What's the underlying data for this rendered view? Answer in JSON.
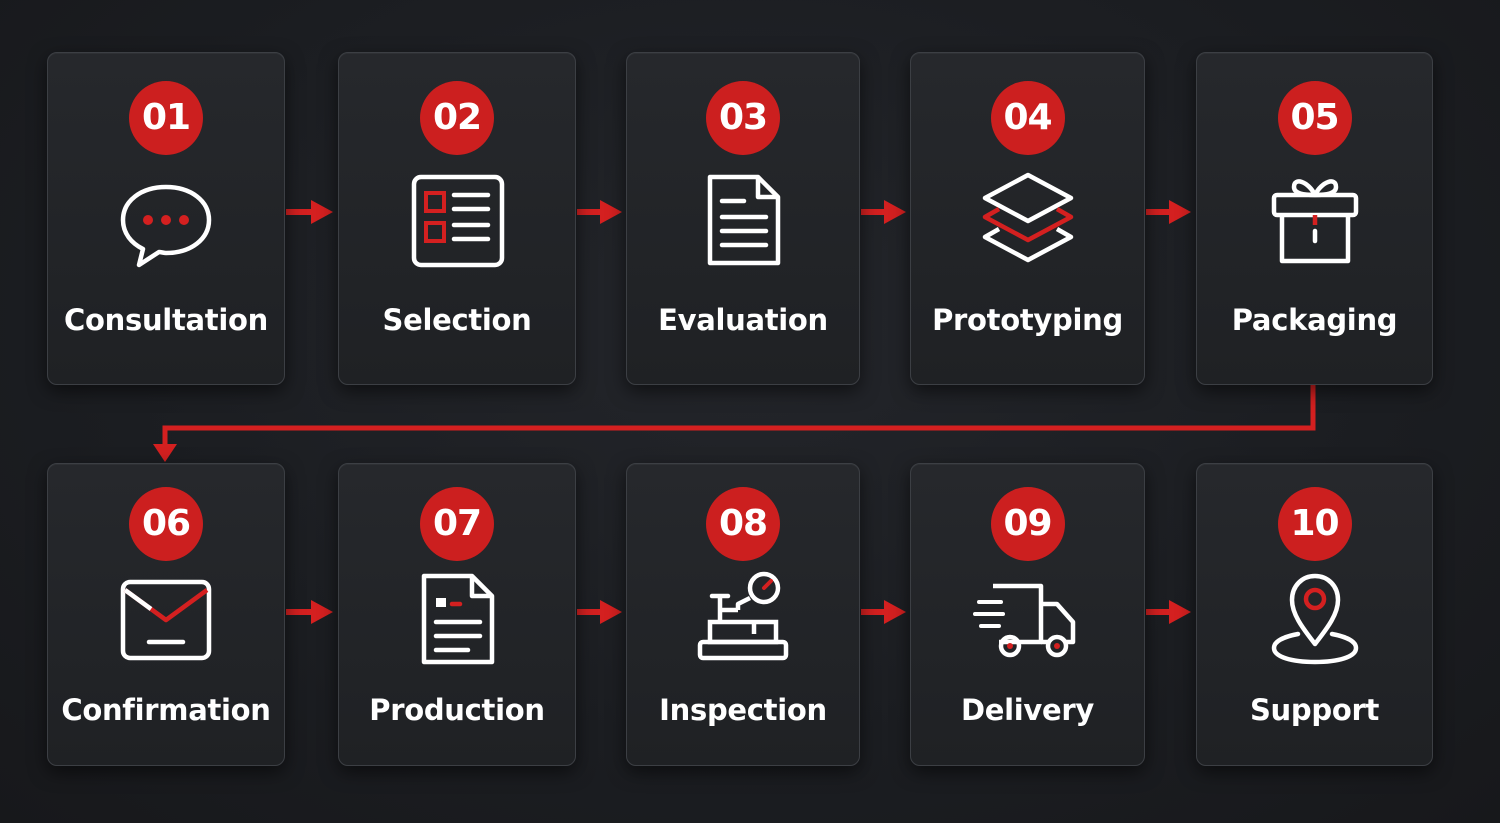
{
  "colors": {
    "accent": "#cc1f1f",
    "card": "#222428",
    "text": "#ffffff",
    "background": "#1b1d21"
  },
  "steps": [
    {
      "number": "01",
      "label": "Consultation",
      "icon": "chat-bubble-icon"
    },
    {
      "number": "02",
      "label": "Selection",
      "icon": "checklist-icon"
    },
    {
      "number": "03",
      "label": "Evaluation",
      "icon": "document-icon"
    },
    {
      "number": "04",
      "label": "Prototyping",
      "icon": "layers-icon"
    },
    {
      "number": "05",
      "label": "Packaging",
      "icon": "gift-box-icon"
    },
    {
      "number": "06",
      "label": "Confirmation",
      "icon": "envelope-icon"
    },
    {
      "number": "07",
      "label": "Production",
      "icon": "file-icon"
    },
    {
      "number": "08",
      "label": "Inspection",
      "icon": "gauge-machine-icon"
    },
    {
      "number": "09",
      "label": "Delivery",
      "icon": "truck-icon"
    },
    {
      "number": "10",
      "label": "Support",
      "icon": "location-pin-icon"
    }
  ]
}
